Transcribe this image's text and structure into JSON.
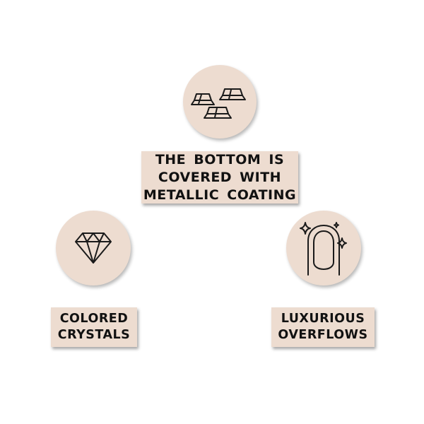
{
  "colors": {
    "badge_fill": "#eddcd0",
    "text": "#111111",
    "icon_stroke": "#1a1a1a"
  },
  "features": [
    {
      "icon": "metal-bars-icon",
      "lines": [
        "THE BOTTOM IS",
        "COVERED WITH",
        "METALLIC COATING"
      ]
    },
    {
      "icon": "diamond-icon",
      "lines": [
        "COLORED",
        "CRYSTALS"
      ]
    },
    {
      "icon": "sparkling-nail-icon",
      "lines": [
        "LUXURIOUS",
        "OVERFLOWS"
      ]
    }
  ]
}
